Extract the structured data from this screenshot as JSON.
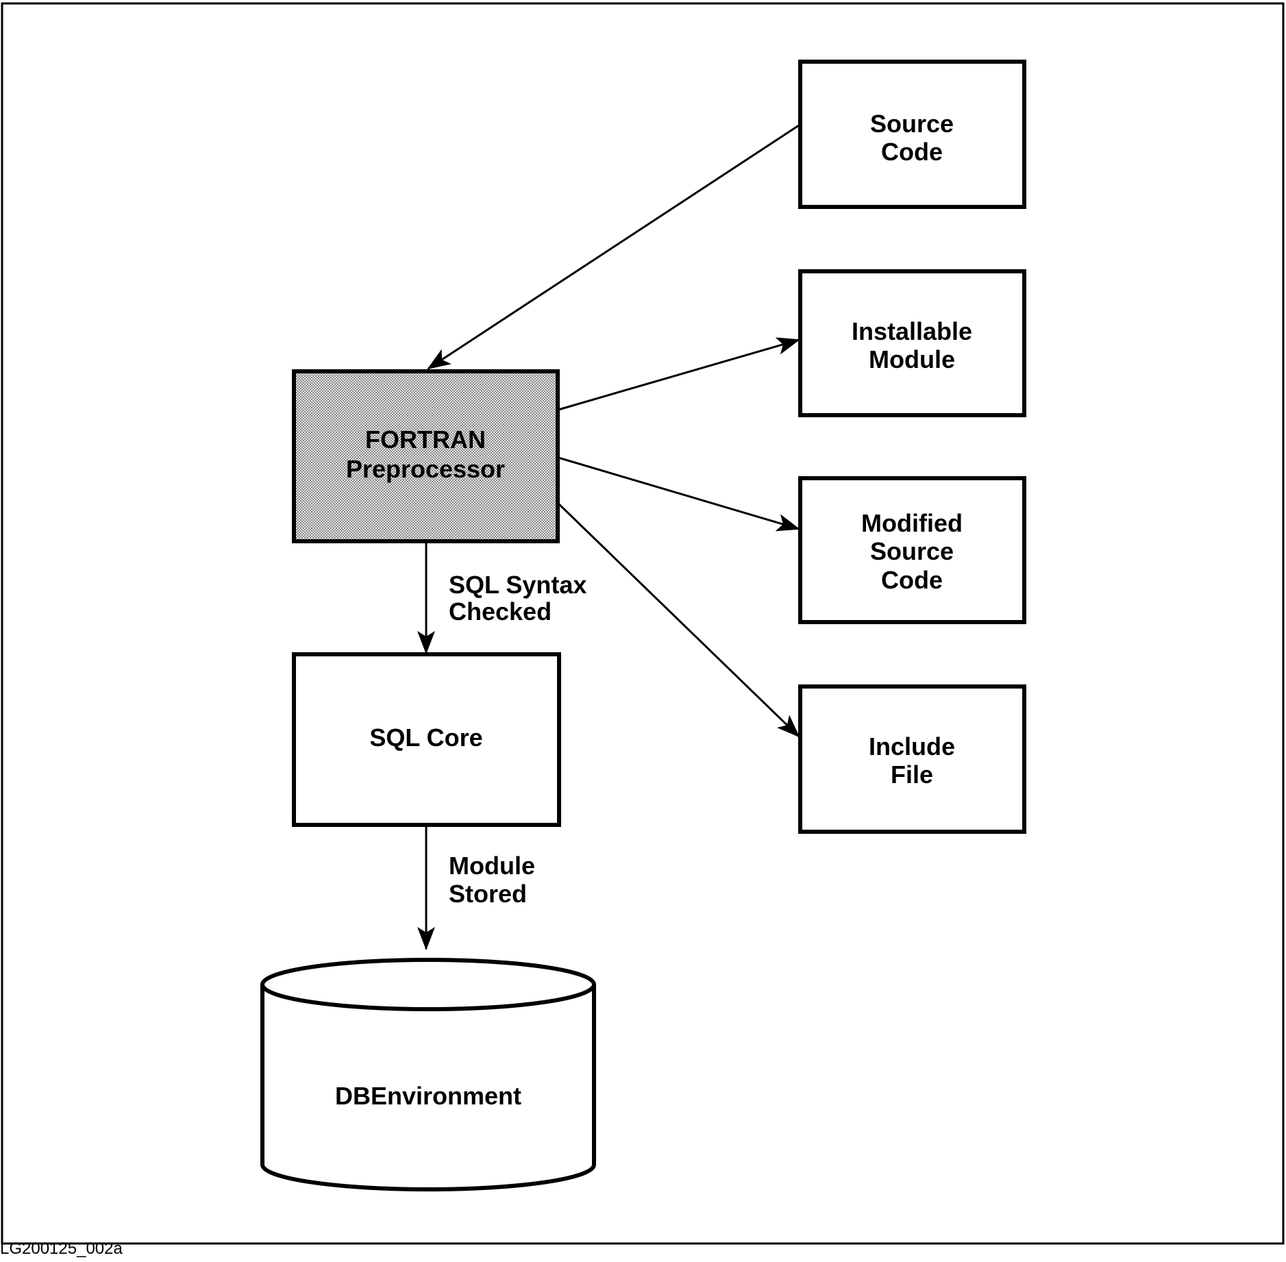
{
  "colors": {
    "stroke": "#000000",
    "background": "#ffffff",
    "preprocessor_fill": "#c8c8c8"
  },
  "nodes": {
    "source_code": {
      "lines": [
        "Source",
        "Code"
      ]
    },
    "installable_module": {
      "lines": [
        "Installable",
        "Module"
      ]
    },
    "fortran_preprocessor": {
      "lines": [
        "FORTRAN",
        "Preprocessor"
      ]
    },
    "modified_source_code": {
      "lines": [
        "Modified",
        "Source",
        "Code"
      ]
    },
    "include_file": {
      "lines": [
        "Include",
        "File"
      ]
    },
    "sql_core": {
      "lines": [
        "SQL Core"
      ]
    },
    "dbenvironment": {
      "lines": [
        "DBEnvironment"
      ]
    }
  },
  "edges": {
    "syntax_checked": {
      "lines": [
        "SQL Syntax",
        "Checked"
      ]
    },
    "module_stored": {
      "lines": [
        "Module",
        "Stored"
      ]
    }
  },
  "figure_id": "LG200125_002a"
}
